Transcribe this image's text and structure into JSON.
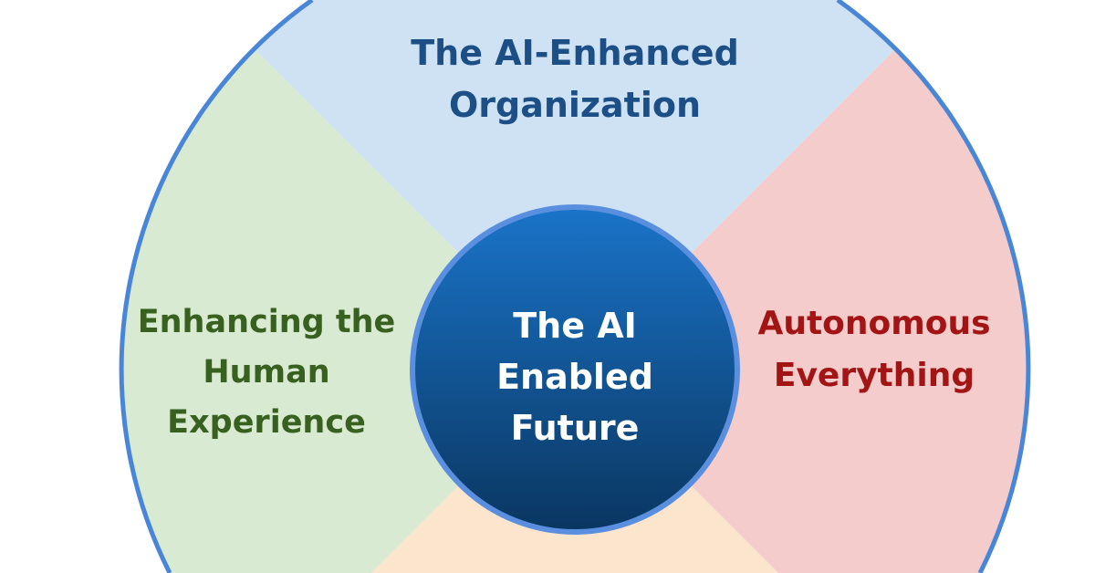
{
  "diagram": {
    "center": {
      "lines": [
        "The AI",
        "Enabled",
        "Future"
      ]
    },
    "segments": {
      "top": {
        "lines": [
          "The AI-Enhanced",
          "Organization"
        ]
      },
      "left": {
        "lines": [
          "Enhancing the",
          "Human",
          "Experience"
        ]
      },
      "right": {
        "lines": [
          "Autonomous",
          "Everything"
        ]
      },
      "bottom": {
        "lines": []
      }
    },
    "colors": {
      "top_fill": "#cfe2f3",
      "left_fill": "#d9ead3",
      "right_fill": "#f4cccc",
      "bottom_fill": "#fce5cd",
      "outer_border": "#4a86d8",
      "top_text": "#1c4f86",
      "left_text": "#38601f",
      "right_text": "#a31515",
      "center_top": "#1a74c9",
      "center_bottom": "#0a3660",
      "center_border": "#5a8fe0"
    }
  }
}
